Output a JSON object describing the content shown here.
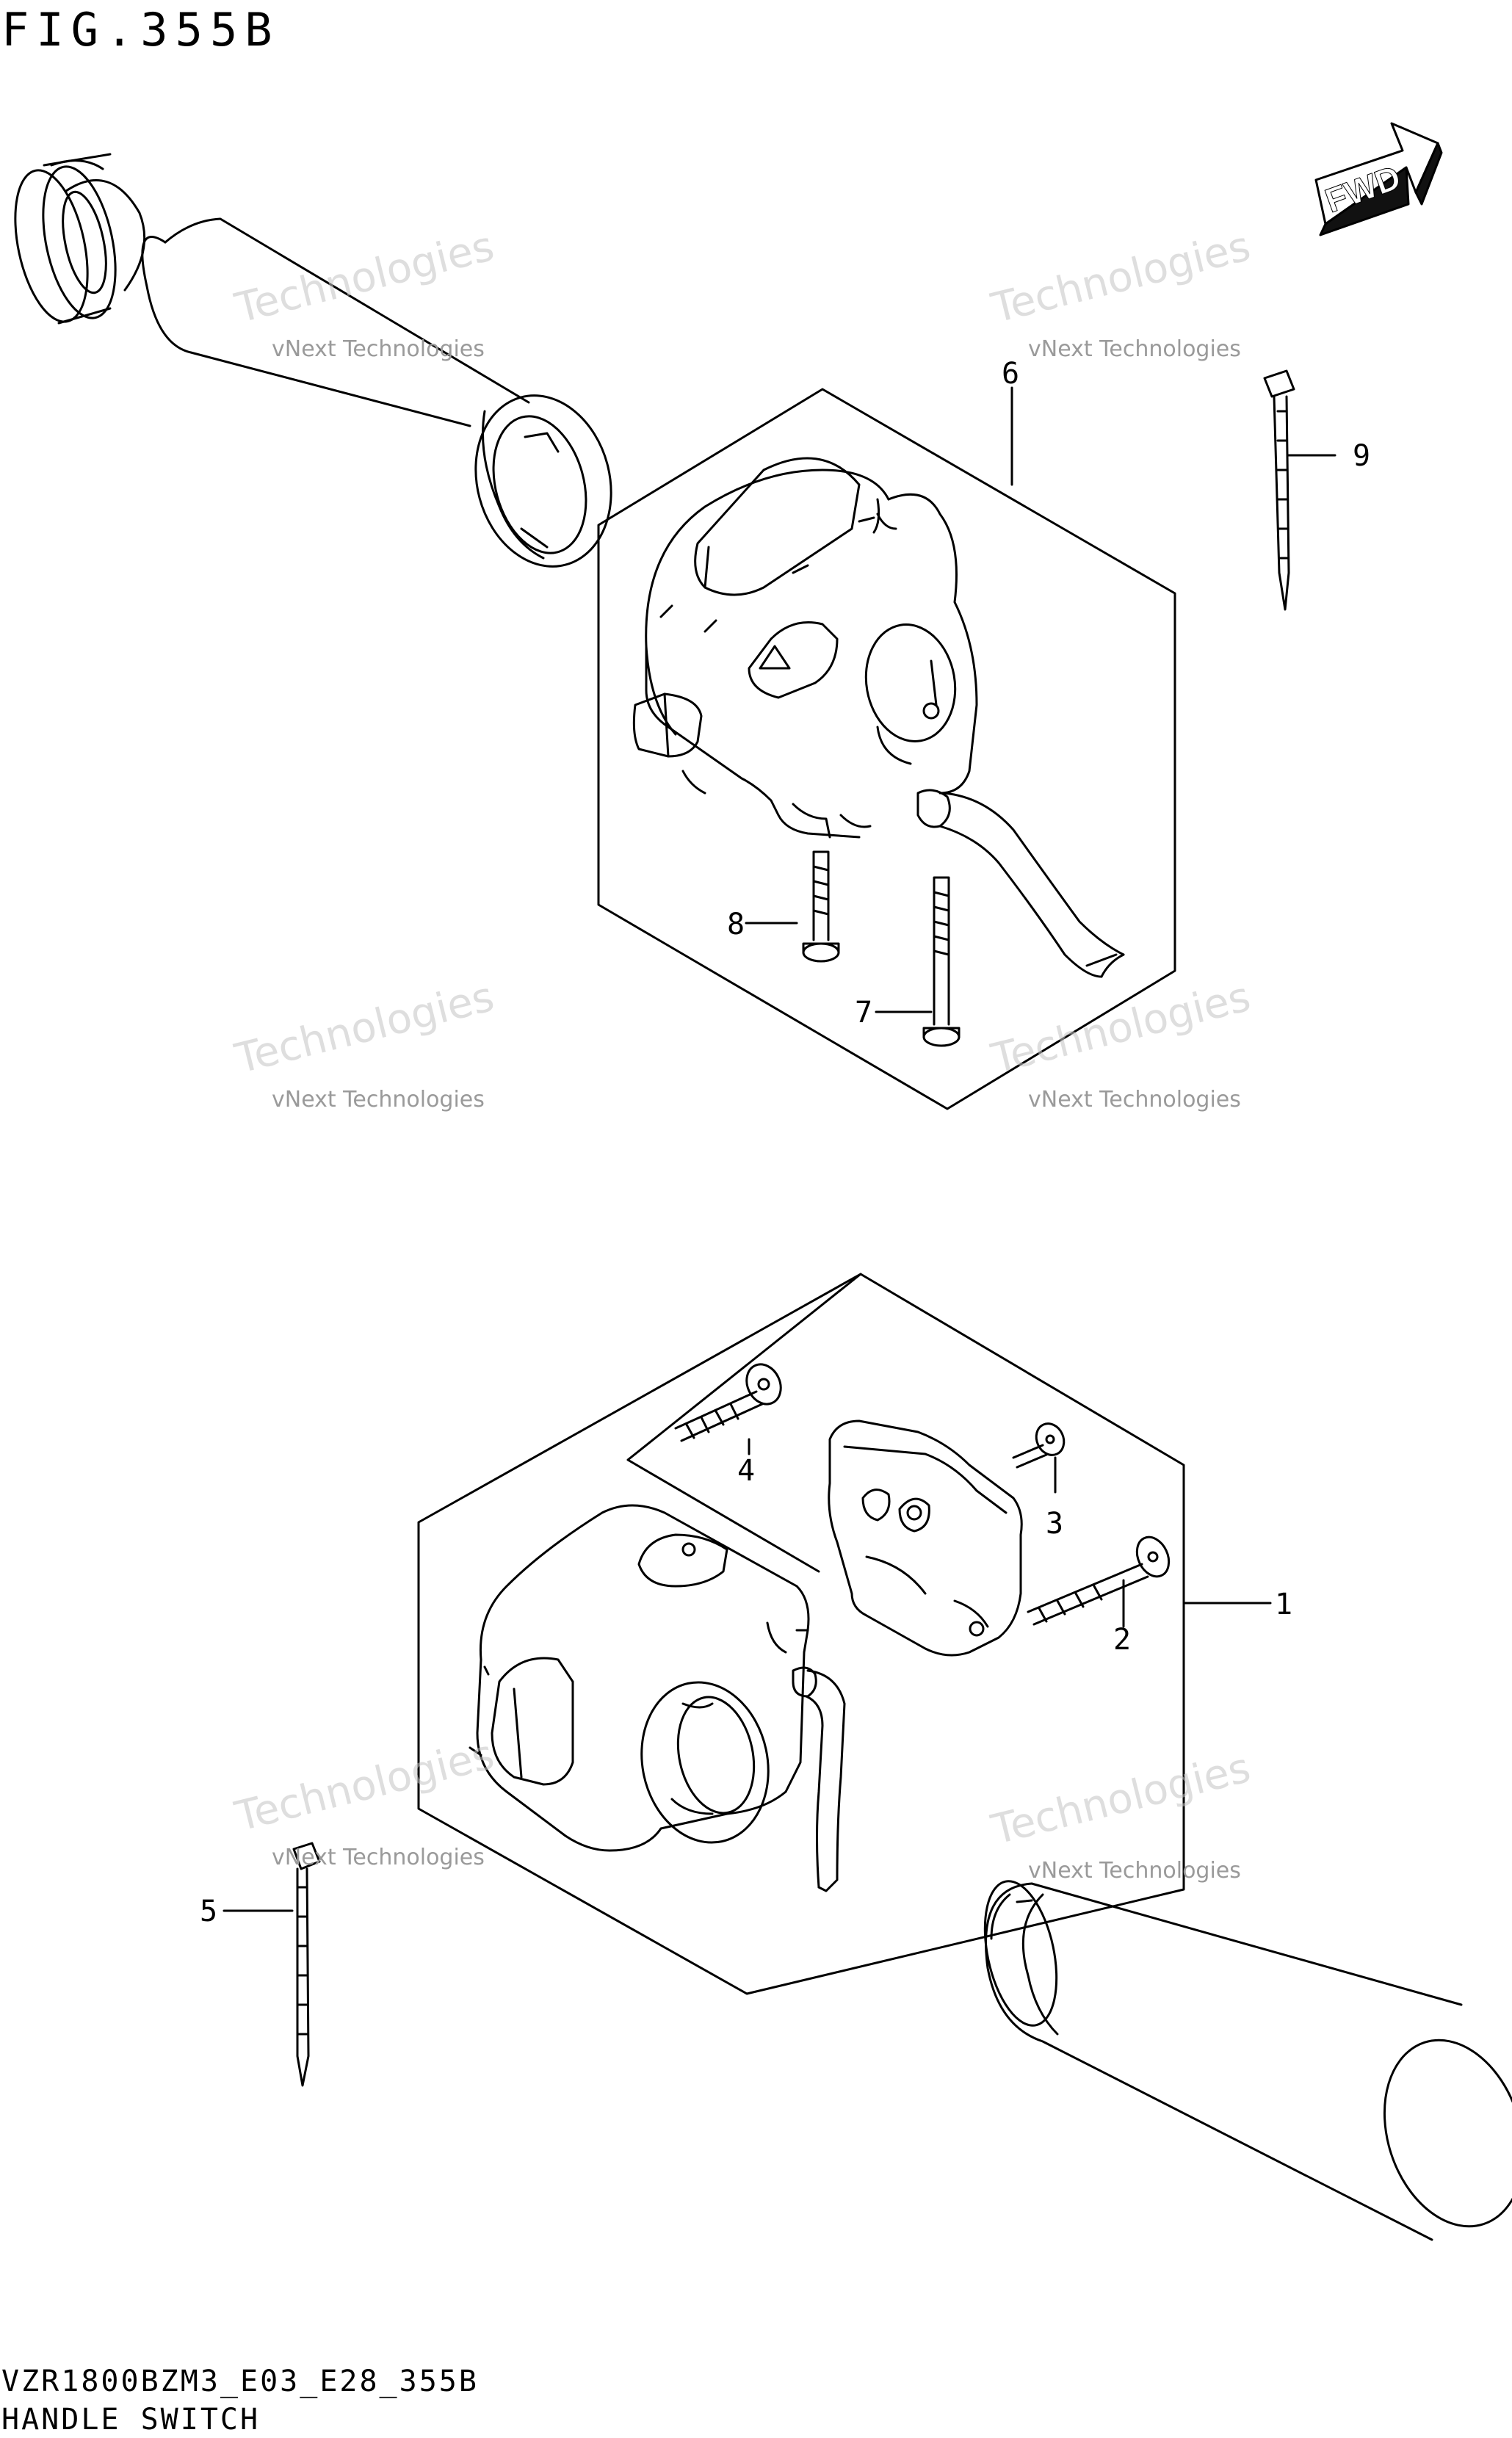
{
  "figure": {
    "title": "FIG.355B",
    "model_code": "VZR1800BZM3_E03_E28_355B",
    "name": "HANDLE SWITCH"
  },
  "direction_badge": "FWD",
  "callouts": [
    {
      "id": "1",
      "label": "1"
    },
    {
      "id": "2",
      "label": "2"
    },
    {
      "id": "3",
      "label": "3"
    },
    {
      "id": "4",
      "label": "4"
    },
    {
      "id": "5",
      "label": "5"
    },
    {
      "id": "6",
      "label": "6"
    },
    {
      "id": "7",
      "label": "7"
    },
    {
      "id": "8",
      "label": "8"
    },
    {
      "id": "9",
      "label": "9"
    }
  ],
  "watermark": {
    "line1": "vNext Technologies",
    "line2": "Technologies"
  }
}
